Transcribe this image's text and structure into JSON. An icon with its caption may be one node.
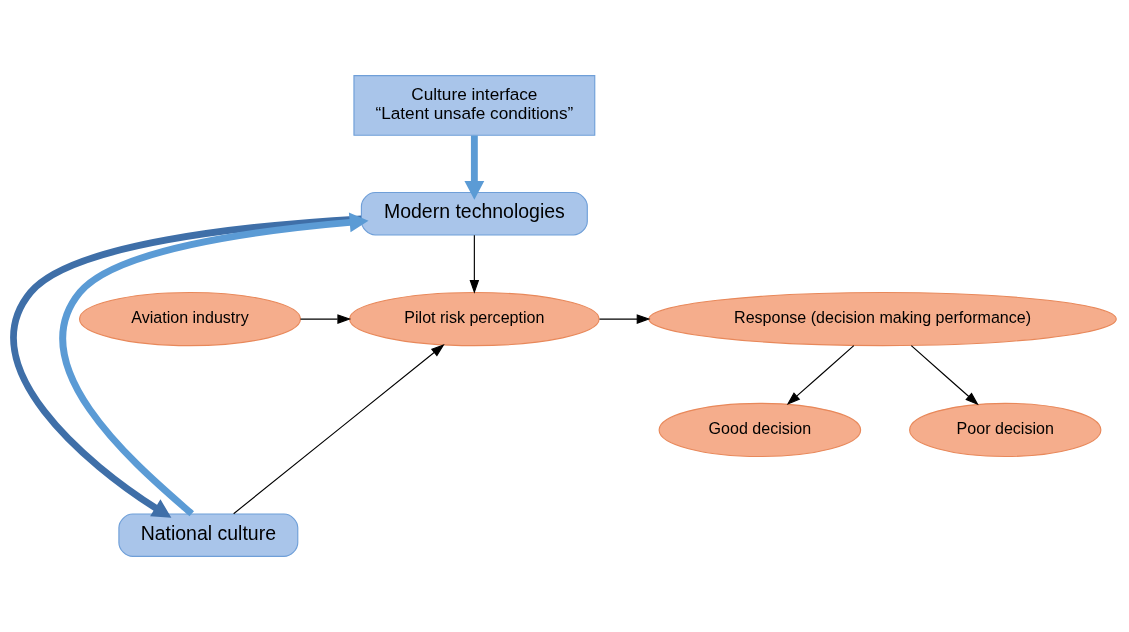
{
  "diagram": {
    "nodes": [
      {
        "text": [
          "Culture interface",
          "“Latent unsafe conditions”"
        ]
      },
      {
        "text": [
          "Modern technologies"
        ]
      },
      {
        "text": [
          "Aviation industry"
        ]
      },
      {
        "text": [
          "Pilot risk perception"
        ]
      },
      {
        "text": [
          "Response (decision making performance)"
        ]
      },
      {
        "text": [
          "Good decision"
        ]
      },
      {
        "text": [
          "Poor decision"
        ]
      },
      {
        "text": [
          "National culture"
        ]
      }
    ],
    "edges": [
      {
        "from": 0,
        "to": 1,
        "arrow": "to",
        "style": "thick",
        "color": "#5b9bd5"
      },
      {
        "from": 1,
        "to": 3,
        "arrow": "to"
      },
      {
        "from": 2,
        "to": 3,
        "arrow": "to"
      },
      {
        "from": 7,
        "to": 3,
        "arrow": "to"
      },
      {
        "from": 3,
        "to": 4,
        "arrow": "to"
      },
      {
        "from": 4,
        "to": 5,
        "arrow": "to"
      },
      {
        "from": 4,
        "to": 6,
        "arrow": "to"
      },
      {
        "from": 7,
        "to": 1,
        "arrow": "to",
        "style": "thick",
        "color": "#5b9bd5"
      },
      {
        "from": 1,
        "to": 7,
        "arrow": "to",
        "style": "thick",
        "color": "#3f6fa8"
      }
    ]
  }
}
